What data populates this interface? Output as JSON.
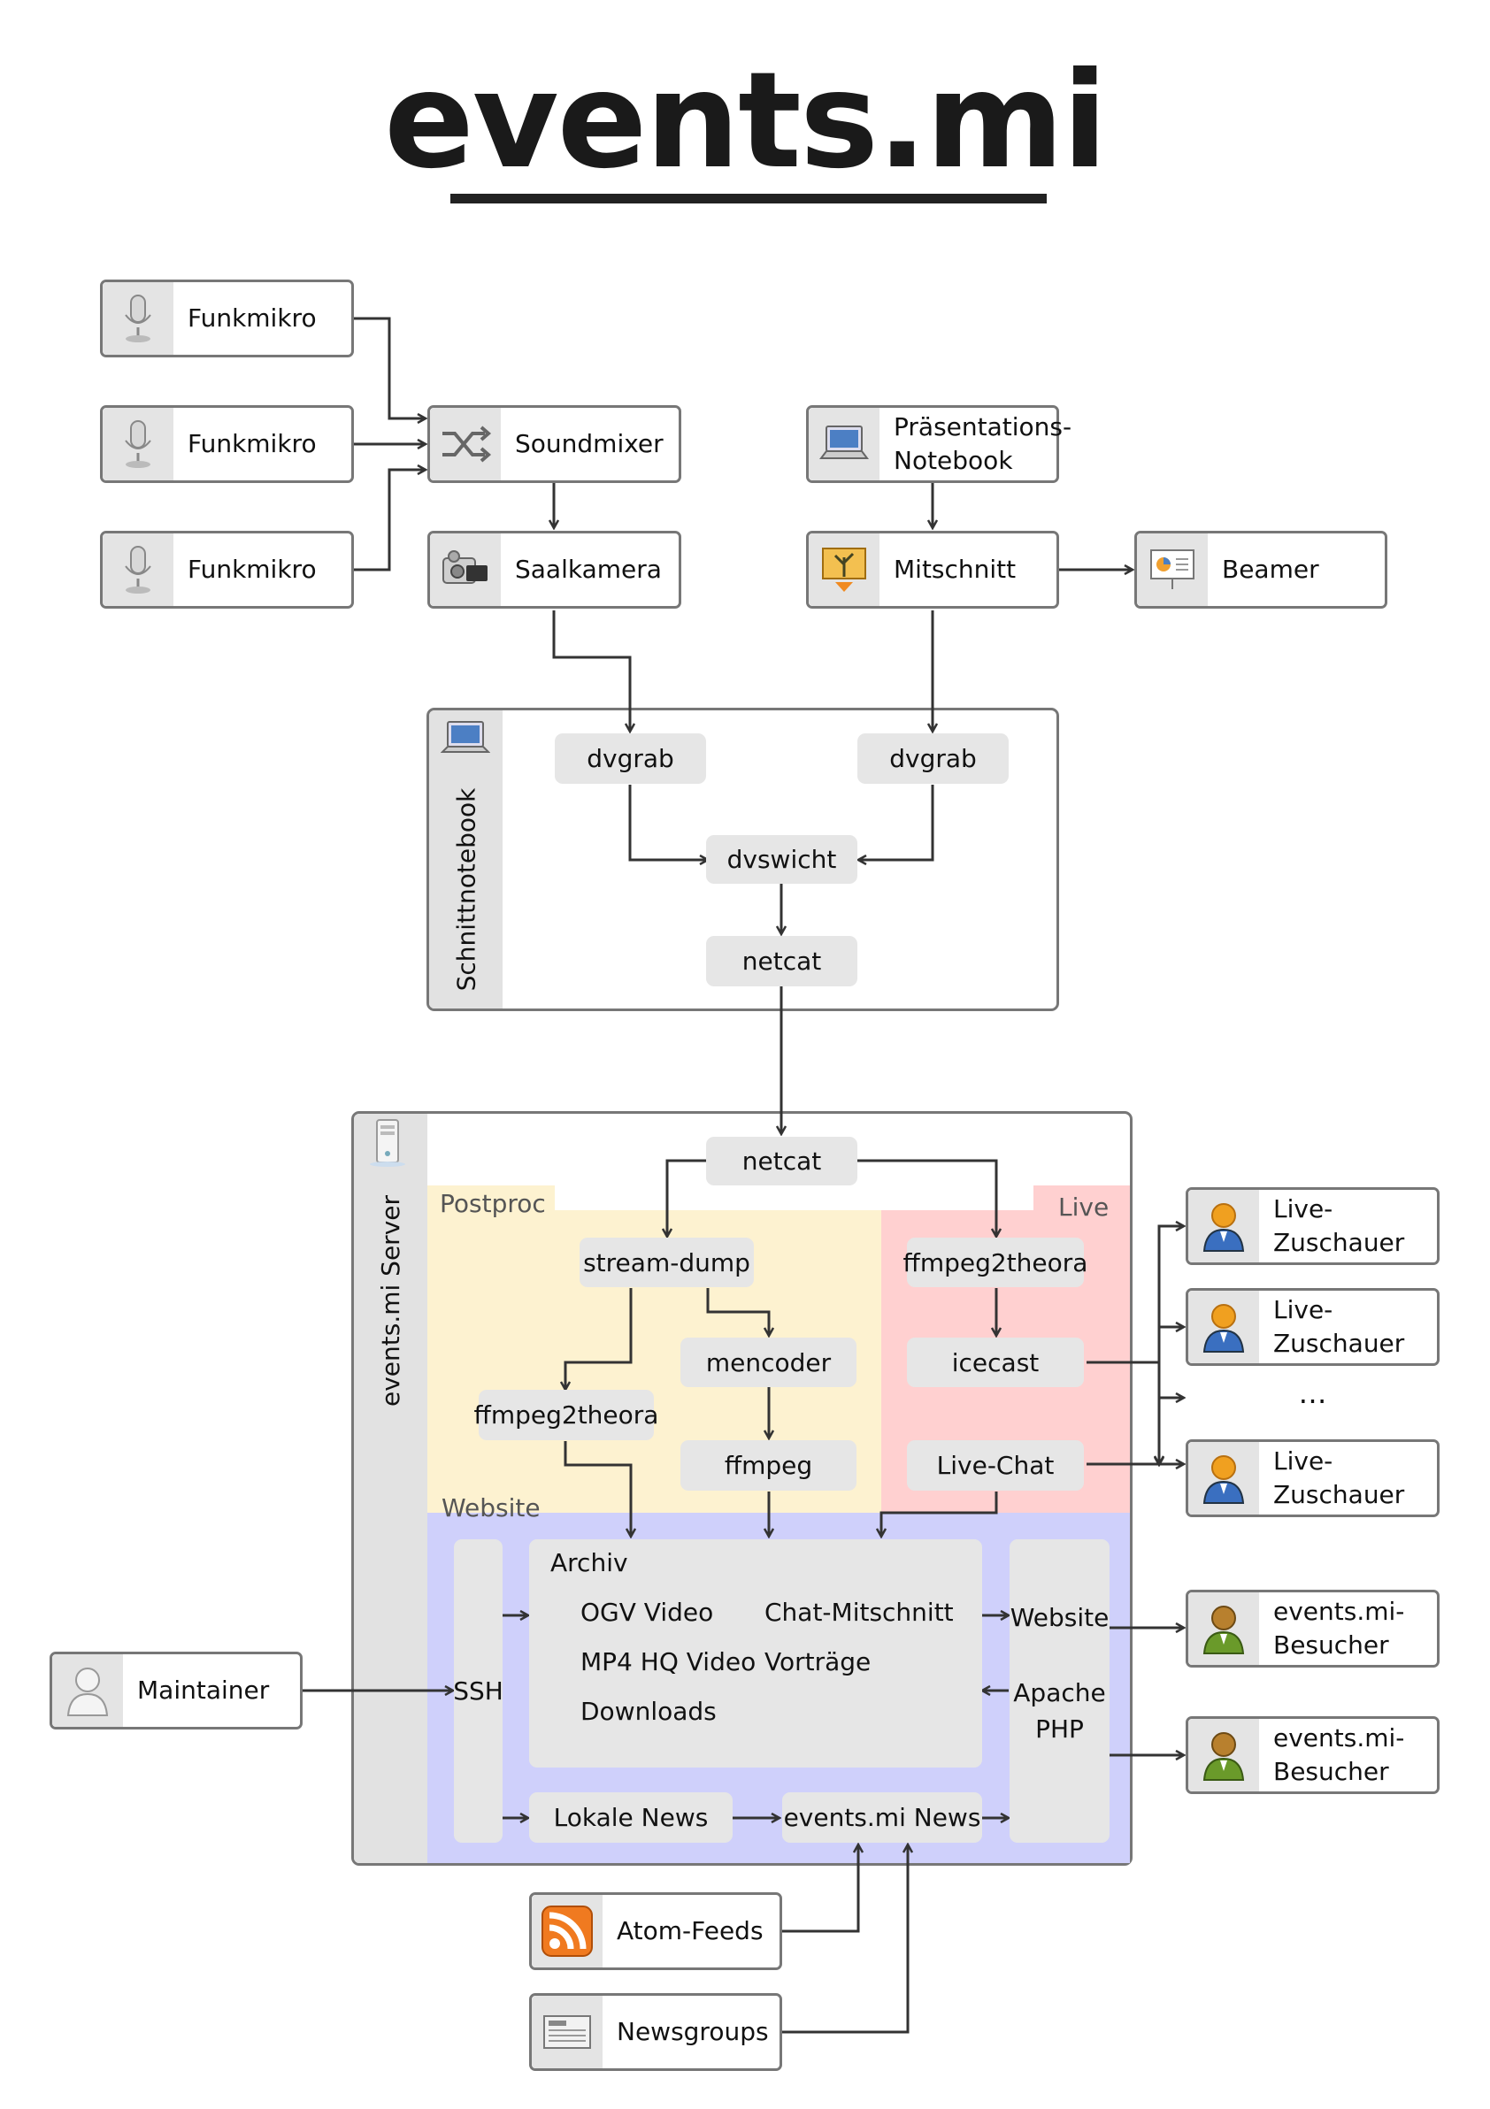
{
  "title": "events.mi",
  "inputs": {
    "mic1": "Funkmikro",
    "mic2": "Funkmikro",
    "mic3": "Funkmikro",
    "soundmixer": "Soundmixer",
    "camera": "Saalkamera",
    "notebook": "Präsentations-\nNotebook",
    "recorder": "Mitschnitt",
    "beamer": "Beamer"
  },
  "schnitt": {
    "label": "Schnittnotebook",
    "dvgrab_left": "dvgrab",
    "dvgrab_right": "dvgrab",
    "dvswicht": "dvswicht",
    "netcat": "netcat"
  },
  "server": {
    "label": "events.mi Server",
    "netcat": "netcat",
    "postproc": {
      "label": "Postproc",
      "stream_dump": "stream-dump",
      "ffmpeg2theora": "ffmpeg2theora",
      "mencoder": "mencoder",
      "ffmpeg": "ffmpeg"
    },
    "live": {
      "label": "Live",
      "ffmpeg2theora": "ffmpeg2theora",
      "icecast": "icecast",
      "chat": "Live-Chat"
    },
    "website": {
      "label": "Website",
      "ssh": "SSH",
      "archiv_title": "Archiv",
      "archiv_items": [
        "OGV Video",
        "Chat-Mitschnitt",
        "MP4 HQ Video",
        "Vorträge",
        "Downloads"
      ],
      "web_top": "Website",
      "web_bottom": "Apache\nPHP",
      "lokale_news": "Lokale News",
      "events_news": "events.mi News"
    }
  },
  "clients": {
    "live1": "Live-\nZuschauer",
    "live2": "Live-\nZuschauer",
    "ellipsis": "…",
    "live3": "Live-\nZuschauer",
    "visitor1": "events.mi-\nBesucher",
    "visitor2": "events.mi-\nBesucher",
    "maintainer": "Maintainer"
  },
  "feeds": {
    "atom": "Atom-Feeds",
    "news": "Newsgroups"
  },
  "colors": {
    "postproc": "#fdf2d0",
    "live": "#ffd0d0",
    "website": "#cfd0fb",
    "process": "#e6e6e6",
    "border": "#777777",
    "arrow": "#333333"
  }
}
